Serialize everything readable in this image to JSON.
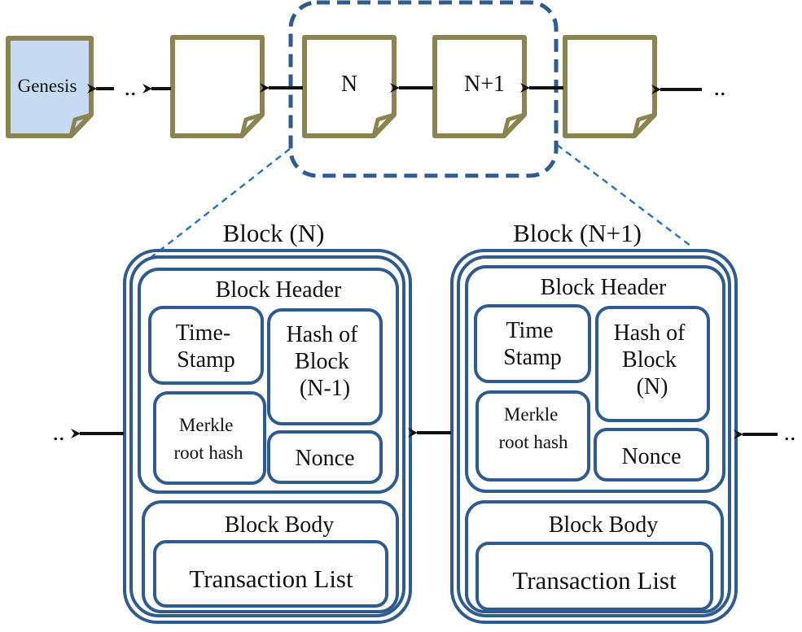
{
  "colors": {
    "doc_border": "#8c8450",
    "genesis_fill": "#c6daf1",
    "block_blue": "#2f5b8e",
    "dash_blue": "#2f74b5",
    "arrow": "#111111"
  },
  "chain": {
    "genesis": "Genesis",
    "left_dots": "..",
    "right_dots": "..",
    "block_n": "N",
    "block_n1": "N+1"
  },
  "block_n": {
    "title": "Block (N)",
    "header": "Block Header",
    "timestamp": [
      "Time-",
      "Stamp"
    ],
    "hash": [
      "Hash of",
      "Block",
      "(N-1)"
    ],
    "merkle": [
      "Merkle",
      "root hash"
    ],
    "nonce": "Nonce",
    "body": "Block Body",
    "transactions": "Transaction List"
  },
  "block_n1": {
    "title": "Block (N+1)",
    "header": "Block Header",
    "timestamp": [
      "Time",
      "Stamp"
    ],
    "hash": [
      "Hash of",
      "Block",
      "(N)"
    ],
    "merkle": [
      "Merkle",
      "root hash"
    ],
    "nonce": "Nonce",
    "body": "Block Body",
    "transactions": "Transaction List"
  },
  "lower_dots": {
    "left": "..",
    "right": ".."
  }
}
